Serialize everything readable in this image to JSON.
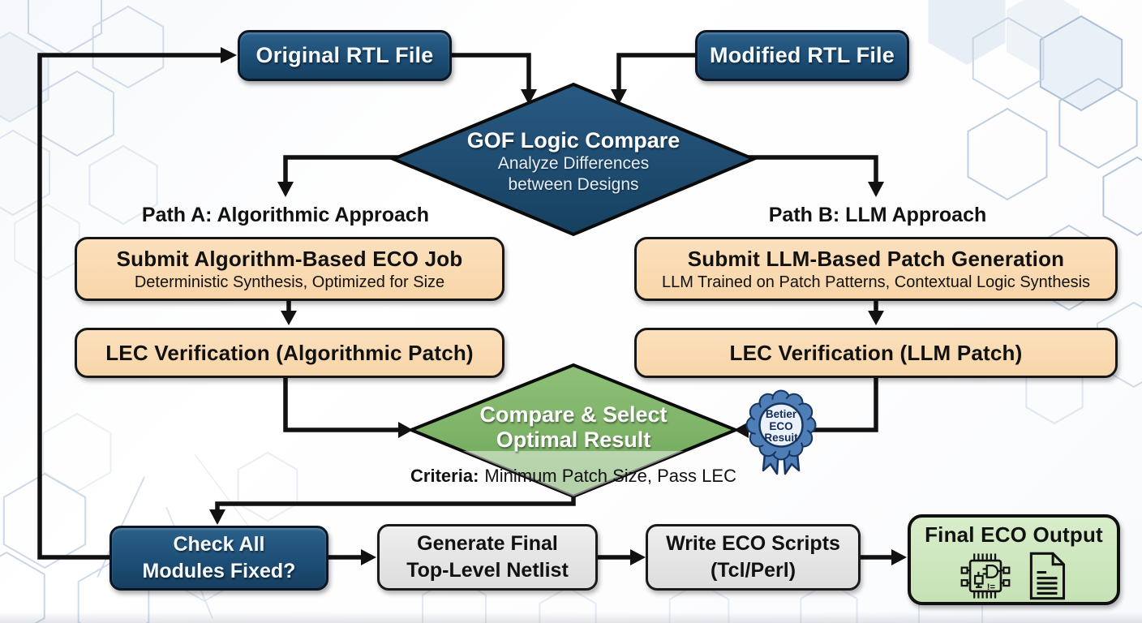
{
  "diagram": {
    "start_nodes": {
      "original_rtl": "Original RTL File",
      "modified_rtl": "Modified RTL File"
    },
    "gof_compare": {
      "title": "GOF Logic Compare",
      "subtitle1": "Analyze Differences",
      "subtitle2": "between Designs"
    },
    "path_labels": {
      "a": "Path A: Algorithmic Approach",
      "b": "Path B: LLM Approach"
    },
    "path_a": {
      "submit_title": "Submit Algorithm-Based ECO Job",
      "submit_subtitle": "Deterministic Synthesis, Optimized for Size",
      "lec_label": "LEC Verification (Algorithmic Patch)"
    },
    "path_b": {
      "submit_title": "Submit LLM-Based Patch Generation",
      "submit_subtitle": "LLM Trained on Patch Patterns, Contextual Logic Synthesis",
      "lec_label": "LEC Verification (LLM Patch)"
    },
    "compare_select": {
      "title1": "Compare & Select",
      "title2": "Optimal Result",
      "criteria_prefix": "Criteria:",
      "criteria_text": "Minimum Patch Size, Pass LEC"
    },
    "badge": {
      "line1": "Betier",
      "line2": "ECO",
      "line3": "Resuit"
    },
    "bottom_row": {
      "check1": "Check All",
      "check2": "Modules Fixed?",
      "generate1": "Generate Final",
      "generate2": "Top-Level Netlist",
      "write1": "Write ECO Scripts",
      "write2": "(Tcl/Perl)",
      "final_title": "Final ECO Output"
    },
    "icons": {
      "badge_icon": "award-ribbon-badge",
      "final_icon_1": "chip-circuit-icon",
      "final_icon_2": "document-icon"
    },
    "colors": {
      "navy": "#1d4e76",
      "orange": "#f8d5a8",
      "green_diamond": "#7cb468",
      "gray": "#e4e4e4",
      "light_green": "#cde6bd",
      "badge_blue": "#4f7db6",
      "line": "#111111",
      "hex_outline": "#b9c9dd"
    }
  }
}
